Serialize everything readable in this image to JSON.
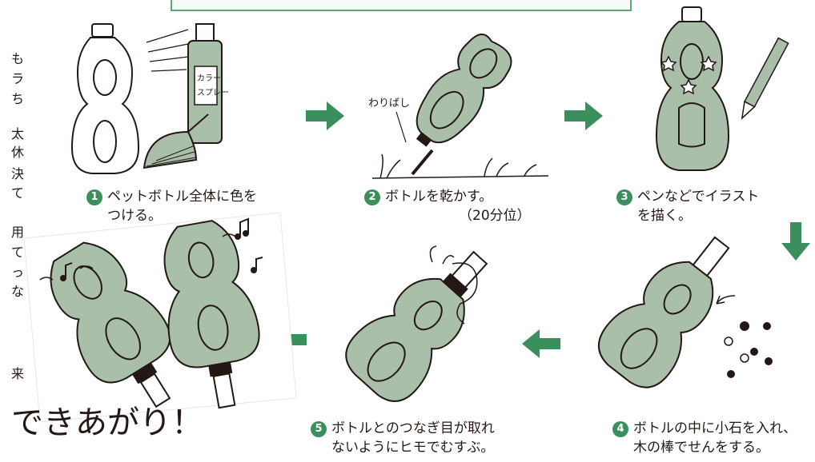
{
  "colors": {
    "accent": "#3a8f5c",
    "bottle_fill": "#a9bfa9",
    "ink": "#231815"
  },
  "side_text": [
    "も",
    "ラ",
    "ち",
    "太",
    "休",
    "決",
    "て",
    "用",
    "て",
    "っ",
    "な",
    "来"
  ],
  "steps": [
    {
      "number": "1",
      "line1": "ペットボトル全体に色を",
      "line2": "つける。",
      "illustration_text": "カラースプレー"
    },
    {
      "number": "2",
      "line1": "ボトルを乾かす。",
      "line2": "（20分位）",
      "illustration_text": "わりばし"
    },
    {
      "number": "3",
      "line1": "ペンなどでイラスト",
      "line2": "を描く。"
    },
    {
      "number": "4",
      "line1": "ボトルの中に小石を入れ、",
      "line2": "木の棒でせんをする。"
    },
    {
      "number": "5",
      "line1": "ボトルとのつなぎ目が取れ",
      "line2": "ないようにヒモでむすぶ。"
    }
  ],
  "final_label": "できあがり！"
}
